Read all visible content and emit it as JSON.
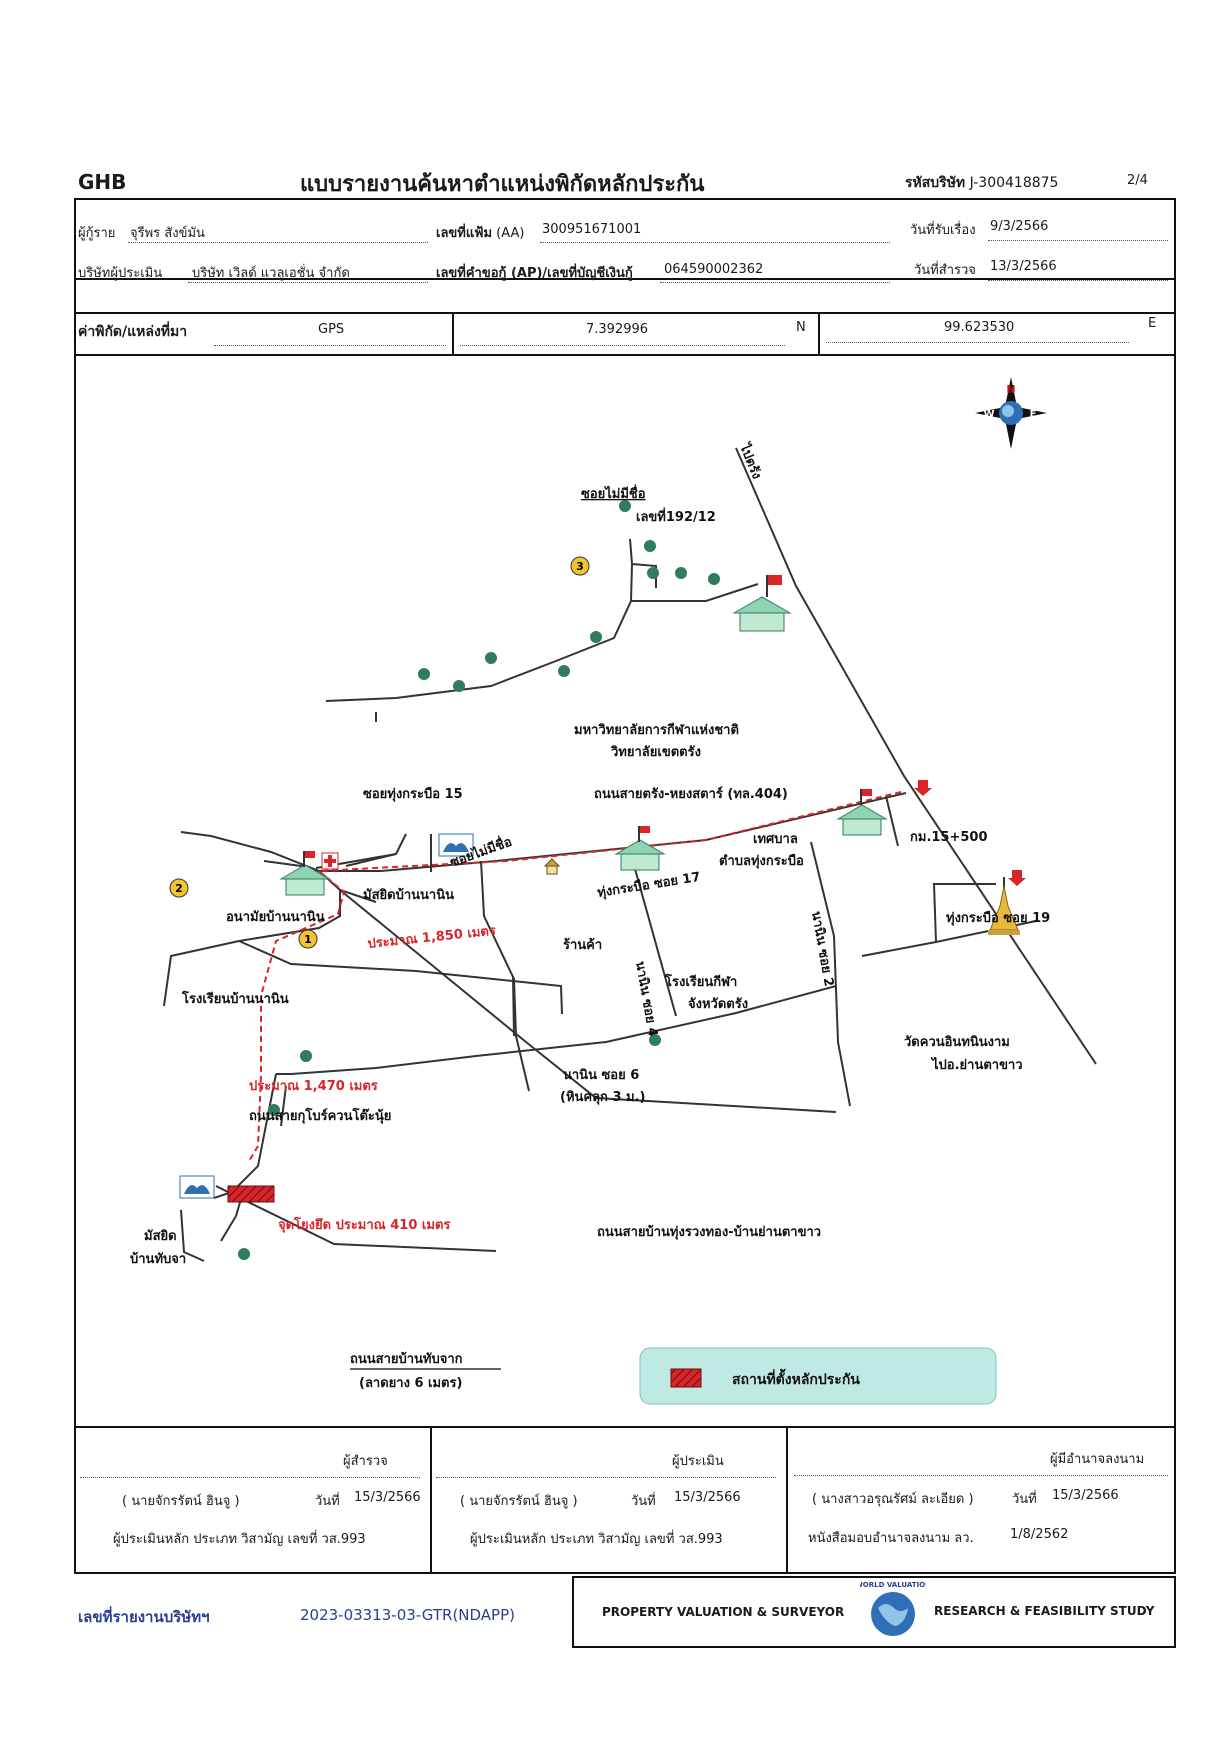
{
  "header": {
    "code": "GHB",
    "title": "แบบรายงานค้นหาตำแหน่งพิกัดหลักประกัน",
    "company_code_label": "รหัสบริษัท",
    "company_code": "J-300418875",
    "page": "2/4"
  },
  "info": {
    "borrower_label": "ผู้กู้ราย",
    "borrower": "จุรีพร สังข์มัน",
    "file_no_label": "เลขที่แฟ้ม",
    "file_no_prefix": "(AA)",
    "file_no": "300951671001",
    "received_label": "วันที่รับเรื่อง",
    "received_date": "9/3/2566",
    "appraiser_co_label": "บริษัทผู้ประเมิน",
    "appraiser_co": "บริษัท เวิลด์ แวลูเอชั่น จำกัด",
    "request_no_label": "เลขที่คำขอกู้ (AP)/เลขที่บัญชีเงินกู้",
    "request_no": "064590002362",
    "survey_label": "วันที่สำรวจ",
    "survey_date": "13/3/2566"
  },
  "coords": {
    "label": "ค่าพิกัด/แหล่งที่มา",
    "source": "GPS",
    "lat": "7.392996",
    "lat_dir": "N",
    "lon": "99.623530",
    "lon_dir": "E"
  },
  "map": {
    "compass": {
      "n": "N",
      "s": "S",
      "e": "E",
      "w": "W"
    },
    "labels": {
      "to_trang": "ไปตรัง",
      "soi_unnamed_top": "ซอยไม่มีชื่อ",
      "house_no": "เลขที่192/12",
      "university_1": "มหาวิทยาลัยการกีฬาแห่งชาติ",
      "university_2": "วิทยาลัยเขตตรัง",
      "soi_15": "ซอยทุ่งกระบือ 15",
      "road_404": "ถนนสายตรัง-หยงสตาร์ (ทล.404)",
      "km": "กม.15+500",
      "soi_unnamed_mid": "ซอยไม่มีชื่อ",
      "municipality_1": "เทศบาล",
      "municipality_2": "ตำบลทุ่งกระบือ",
      "mosque_nanin": "มัสยิดบ้านนานิน",
      "health_center": "อนามัยบ้านนานิน",
      "soi_17": "ทุ่งกระบือ ซอย 17",
      "soi_19": "ทุ่งกระบือ ซอย 19",
      "dist_1850": "ประมาณ 1,850 เมตร",
      "shop": "ร้านค้า",
      "nanin_soi4": "นานิน ซอย 4",
      "nanin_soi2": "นานิน ซอย 2",
      "school_nanin": "โรงเรียนบ้านนานิน",
      "sports_school_1": "โรงเรียนกีฬา",
      "sports_school_2": "จังหวัดตรัง",
      "temple": "วัดควนอินทนินงาม",
      "to_district": "ไปอ.ย่านตาขาว",
      "nanin_soi6": "นานิน ซอย 6",
      "nanin_soi6_sub": "(หินคลุก 3 ม.)",
      "dist_1470": "ประมาณ 1,470 เมตร",
      "road_kupro": "ถนนสายกุโบร์ควนโต๊ะนุ้ย",
      "mosque_tabja_1": "มัสยิด",
      "mosque_tabja_2": "บ้านทับจา",
      "dist_410": "จุดโยงยึด ประมาณ 410 เมตร",
      "road_tungruang": "ถนนสายบ้านทุ่งรวงทอง-บ้านย่านตาขาว",
      "road_tabjak": "ถนนสายบ้านทับจาก",
      "road_tabjak_sub": "(ลาดยาง 6 เมตร)",
      "point_1": "1",
      "point_2": "2",
      "point_3": "3"
    },
    "legend": "สถานที่ตั้งหลักประกัน"
  },
  "signatures": {
    "col1": {
      "role": "ผู้สำรวจ",
      "name": "( นายจักรรัตน์ ฮินจู )",
      "date_label": "วันที่",
      "date": "15/3/2566",
      "line2": "ผู้ประเมินหลัก ประเภท วิสามัญ เลขที่ วส.993"
    },
    "col2": {
      "role": "ผู้ประเมิน",
      "name": "( นายจักรรัตน์ ฮินจู )",
      "date_label": "วันที่",
      "date": "15/3/2566",
      "line2": "ผู้ประเมินหลัก ประเภท วิสามัญ เลขที่ วส.993"
    },
    "col3": {
      "role": "ผู้มีอำนาจลงนาม",
      "name": "( นางสาวอรุณรัศม์ ละเอียด )",
      "date_label": "วันที่",
      "date": "15/3/2566",
      "line2_label": "หนังสือมอบอำนาจลงนาม ลว.",
      "line2": "1/8/2562"
    }
  },
  "footer": {
    "report_label": "เลขที่รายงานบริษัทฯ",
    "report_no": "2023-03313-03-GTR(NDAPP)",
    "brand_left": "PROPERTY VALUATION & SURVEYOR",
    "brand_right": "RESEARCH & FEASIBILITY STUDY",
    "logo_text": "WORLD VALUATION"
  },
  "colors": {
    "route": "#d9252a",
    "legend_bg": "#bfe9e3",
    "text_blue": "#2a3f8f",
    "marker_yellow": "#f4c430"
  }
}
